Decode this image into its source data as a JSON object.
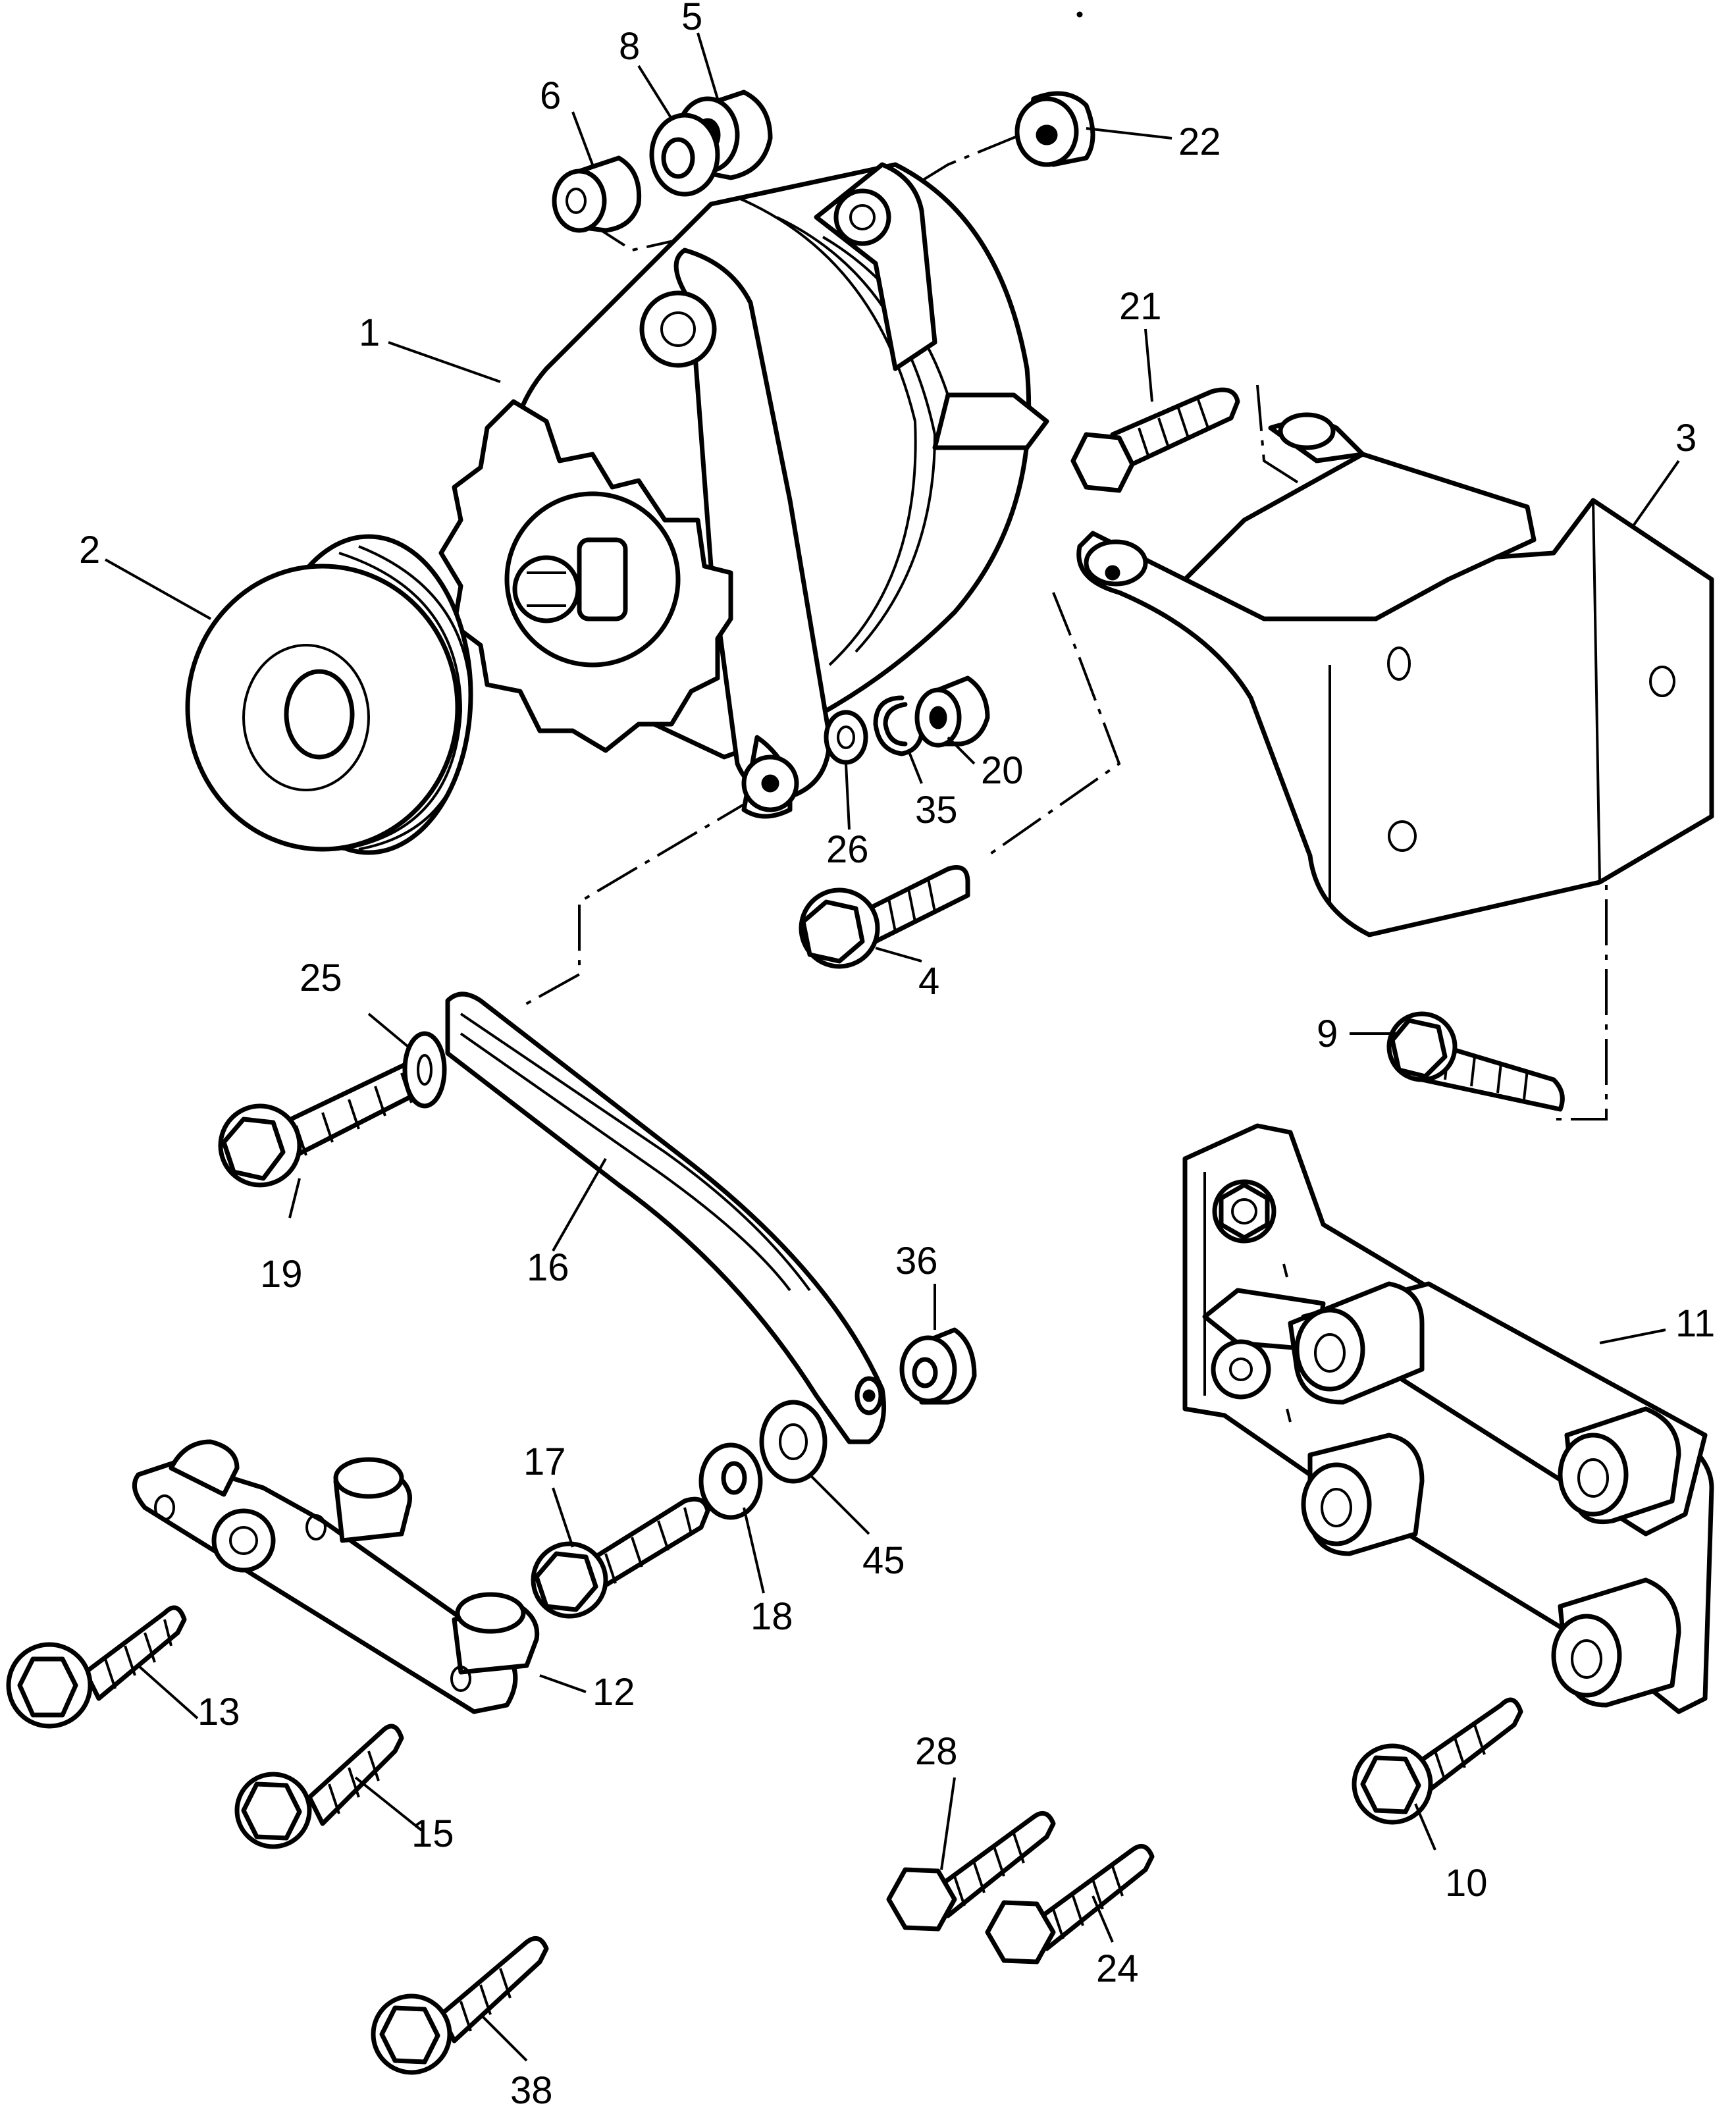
{
  "callouts": {
    "c1": "1",
    "c2": "2",
    "c3": "3",
    "c4": "4",
    "c5": "5",
    "c6": "6",
    "c8": "8",
    "c9": "9",
    "c10": "10",
    "c11": "11",
    "c12": "12",
    "c13": "13",
    "c15": "15",
    "c16": "16",
    "c17": "17",
    "c18": "18",
    "c19": "19",
    "c20": "20",
    "c21": "21",
    "c22": "22",
    "c24": "24",
    "c25": "25",
    "c26": "26",
    "c28": "28",
    "c35": "35",
    "c36": "36",
    "c38": "38",
    "c45": "45"
  }
}
